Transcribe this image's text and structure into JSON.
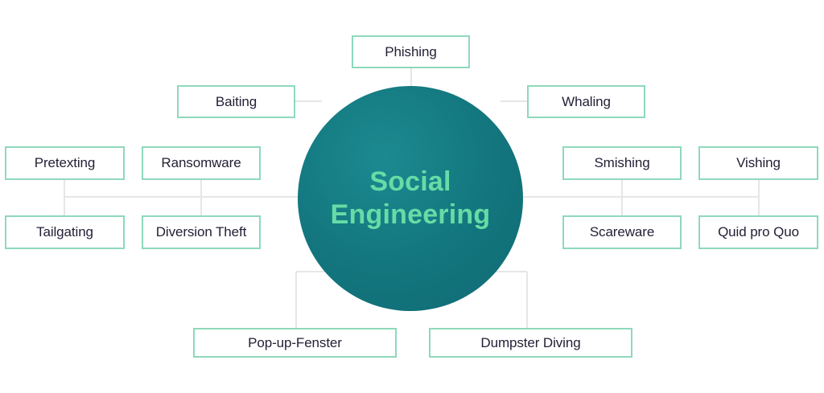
{
  "diagram": {
    "title": "Social Engineering",
    "center": {
      "label": "Social\nEngineering",
      "line1": "Social",
      "line2": "Engineering",
      "fill_color": "#13757d",
      "text_color": "#66dca6"
    },
    "style": {
      "node_border_color": "#8ed9bb",
      "node_text_color": "#232136",
      "node_fill_color": "#ffffff",
      "connector_color": "#e6e6e6",
      "background_color": "#ffffff"
    },
    "nodes": [
      {
        "id": "phishing",
        "label": "Phishing"
      },
      {
        "id": "baiting",
        "label": "Baiting"
      },
      {
        "id": "whaling",
        "label": "Whaling"
      },
      {
        "id": "pretexting",
        "label": "Pretexting"
      },
      {
        "id": "ransomware",
        "label": "Ransomware"
      },
      {
        "id": "smishing",
        "label": "Smishing"
      },
      {
        "id": "vishing",
        "label": "Vishing"
      },
      {
        "id": "tailgating",
        "label": "Tailgating"
      },
      {
        "id": "diversion",
        "label": "Diversion Theft"
      },
      {
        "id": "scareware",
        "label": "Scareware"
      },
      {
        "id": "quidproquo",
        "label": "Quid pro Quo"
      },
      {
        "id": "popup",
        "label": "Pop-up-Fenster"
      },
      {
        "id": "dumpster",
        "label": "Dumpster Diving"
      }
    ]
  }
}
